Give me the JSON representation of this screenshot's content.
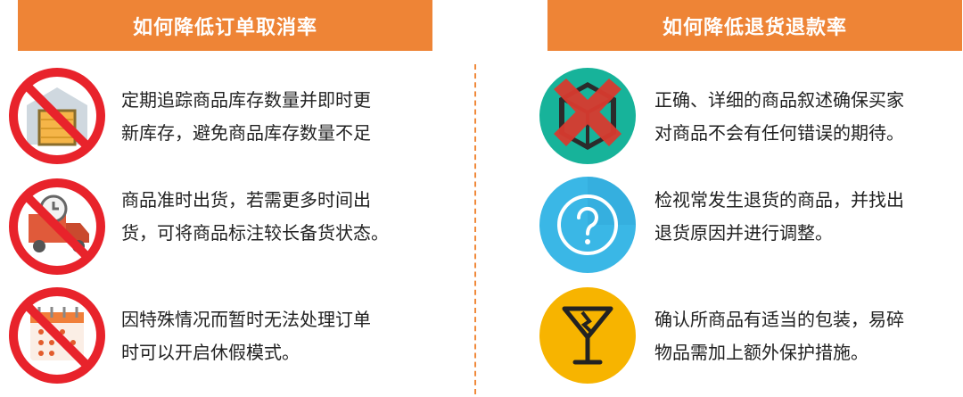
{
  "colors": {
    "banner": "#ee8436",
    "no_sign_red": "#e8232b",
    "divider": "#f08a3c",
    "teal": "#17b39a",
    "blue": "#3ab7e6",
    "yellow": "#f7b400"
  },
  "left_section": {
    "title": "如何降低订单取消率",
    "items": [
      {
        "icon": "warehouse-no-sign-icon",
        "lines": [
          "定期追踪商品库存数量并即时更",
          "新库存，避免商品库存数量不足"
        ]
      },
      {
        "icon": "truck-clock-no-sign-icon",
        "lines": [
          "商品准时出货，若需更多时间出",
          "货，可将商品标注较长备货状态。"
        ]
      },
      {
        "icon": "calendar-no-sign-icon",
        "lines": [
          "因特殊情况而暂时无法处理订单",
          "时可以开启休假模式。"
        ]
      }
    ]
  },
  "right_section": {
    "title": "如何降低退货退款率",
    "items": [
      {
        "icon": "box-cross-icon",
        "lines": [
          "正确、详细的商品叙述确保买家",
          "对商品不会有任何错误的期待。"
        ]
      },
      {
        "icon": "question-mark-icon",
        "lines": [
          "检视常发生退货的商品，并找出",
          "退货原因并进行调整。"
        ]
      },
      {
        "icon": "fragile-glass-icon",
        "lines": [
          "确认所商品有适当的包装，易碎",
          "物品需加上额外保护措施。"
        ]
      }
    ]
  }
}
